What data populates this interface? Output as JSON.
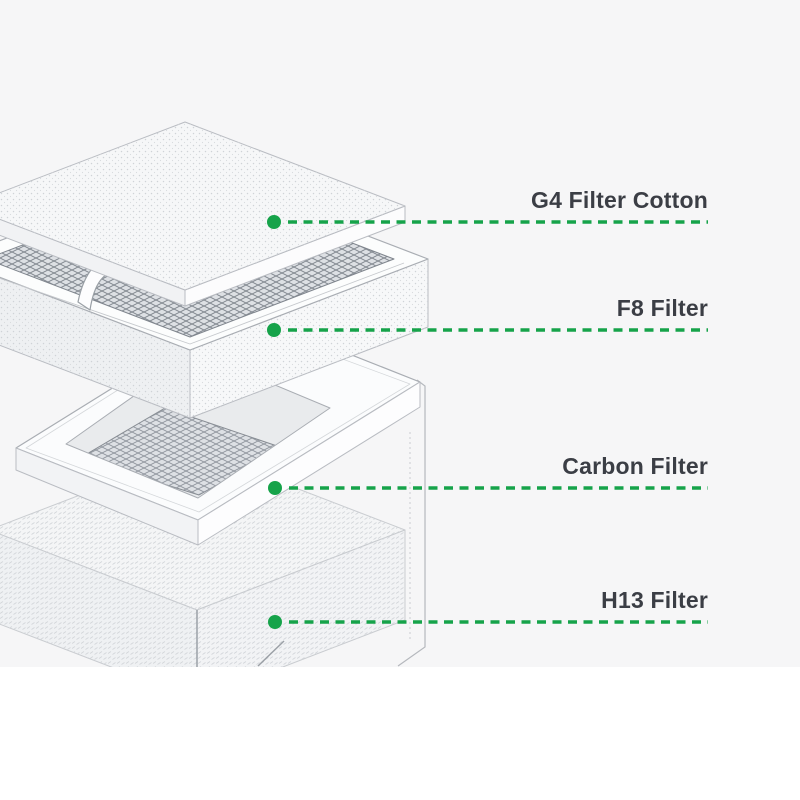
{
  "colors": {
    "background_panel": "#f6f6f7",
    "canvas_white": "#ffffff",
    "accent_green": "#16a34a",
    "label_text": "#3b3e45",
    "diagram_line_light": "#b9bcc2",
    "diagram_line_dark": "#9aa0a6",
    "mesh_line": "#7f858d"
  },
  "labels": [
    {
      "id": "g4",
      "text": "G4 Filter Cotton"
    },
    {
      "id": "f8",
      "text": "F8 Filter"
    },
    {
      "id": "carbon",
      "text": "Carbon Filter"
    },
    {
      "id": "h13",
      "text": "H13 Filter"
    }
  ]
}
